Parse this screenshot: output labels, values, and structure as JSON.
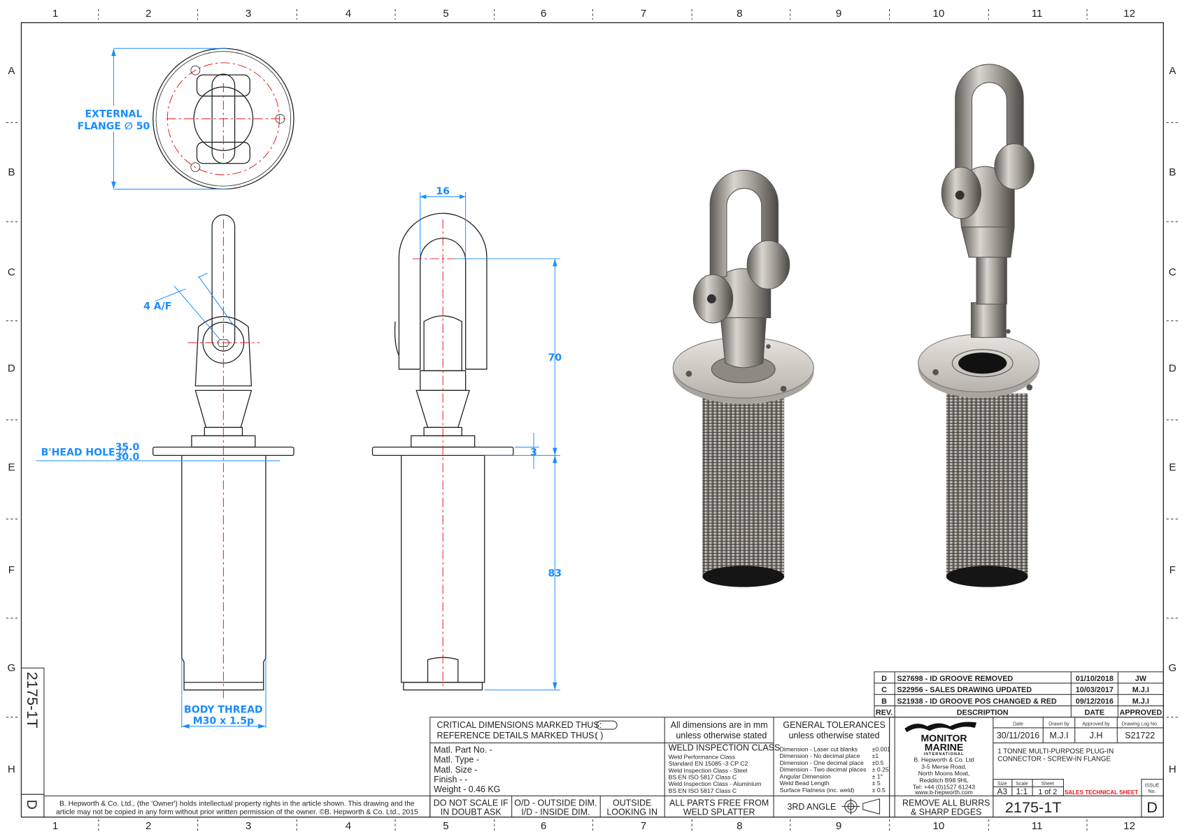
{
  "grid": {
    "columns": [
      "1",
      "2",
      "3",
      "4",
      "5",
      "6",
      "7",
      "8",
      "9",
      "10",
      "11",
      "12"
    ],
    "rows": [
      "A",
      "B",
      "C",
      "D",
      "E",
      "F",
      "G",
      "H"
    ]
  },
  "side_strip": {
    "drawing_no": "2175-1T",
    "issue": "D"
  },
  "copyright": {
    "line1": "B. Hepworth & Co. Ltd., (the 'Owner') holds intellectual property rights in the article shown. This drawing and the",
    "line2": "article may not be copied in any form without prior written permission of the owner. ©B. Hepworth & Co. Ltd., 2015"
  },
  "dimensions": {
    "external_flange_l1": "EXTERNAL",
    "external_flange_l2": "FLANGE ∅ 50",
    "af": "4 A/F",
    "bhead_label": "B'HEAD HOLE ∅",
    "bhead_max": "35.0",
    "bhead_min": "30.0",
    "body_thread_l1": "BODY THREAD",
    "body_thread_l2": "M30 x 1.5p",
    "width_16": "16",
    "height_70": "70",
    "height_3": "3",
    "height_83": "83"
  },
  "notes": {
    "critical": "CRITICAL DIMENSIONS MARKED THUS:",
    "reference": "REFERENCE DETAILS MARKED THUS:",
    "reference_mark": "(        )",
    "units_l1": "All dimensions are in mm",
    "units_l2": "unless otherwise stated",
    "gt_l1": "GENERAL TOLERANCES",
    "gt_l2": "unless otherwise stated",
    "material": [
      "Matl. Part No. -",
      "Matl. Type -",
      "Matl. Size -",
      "Finish - -",
      "Weight - 0.46 KG"
    ],
    "weld_title": "WELD INSPECTION CLASS",
    "weld_lines": [
      "Weld Performance Class",
      "Standard EN 15085 -3  CP C2",
      "Weld Inspection Class - Steel",
      "BS EN ISO 5817 Class C",
      "Weld Inspection Class - Aluminium",
      "BS EN ISO 5817 Class C"
    ],
    "tolerances": [
      {
        "label": "Dimension - Laser cut blanks",
        "value": "±0.001"
      },
      {
        "label": "Dimension - No decimal place",
        "value": "±1"
      },
      {
        "label": "Dimension - One decimal place",
        "value": "±0.5"
      },
      {
        "label": "Dimension - Two decimal places",
        "value": "± 0.25"
      },
      {
        "label": "Angular Dimension",
        "value": "± 1°"
      },
      {
        "label": "Weld Bead Length",
        "value": "± 5"
      },
      {
        "label": "Surface Flatness (inc. weld)",
        "value": "± 0.5"
      }
    ],
    "footer": [
      {
        "l1": "DO NOT SCALE IF",
        "l2": "IN DOUBT ASK"
      },
      {
        "l1": "O/D - OUTSIDE DIM.",
        "l2": "I/D - INSIDE DIM."
      },
      {
        "l1": "OUTSIDE",
        "l2": "LOOKING IN"
      },
      {
        "l1": "ALL PARTS FREE FROM",
        "l2": "WELD SPLATTER"
      }
    ],
    "projection": "3RD ANGLE"
  },
  "revisions": {
    "headers": {
      "rev": "REV.",
      "description": "DESCRIPTION",
      "date": "DATE",
      "approved": "APPROVED"
    },
    "rows": [
      {
        "rev": "D",
        "description": "S27698 - ID GROOVE REMOVED",
        "date": "01/10/2018",
        "approved": "JW"
      },
      {
        "rev": "C",
        "description": "S22956 - SALES DRAWING UPDATED",
        "date": "10/03/2017",
        "approved": "M.J.I"
      },
      {
        "rev": "B",
        "description": "S21938 - ID GROOVE POS CHANGED & RED",
        "date": "09/12/2016",
        "approved": "M.J.I"
      }
    ]
  },
  "title_block": {
    "logo": {
      "l1": "MONITOR",
      "l2": "MARINE",
      "l3": "INTERNATIONAL"
    },
    "address": [
      "B. Hepworth & Co. Ltd",
      "3-5 Merse Road,",
      "North Moons Moat,",
      "Redditch B98 9HL",
      "Tel: +44 (0)1527 61243",
      "www.b-hepworth.com"
    ],
    "headers": {
      "date": "Date",
      "drawn_by": "Drawn by",
      "approved_by": "Approved by",
      "log_no": "Drawing Log No."
    },
    "date": "30/11/2016",
    "drawn_by": "M.J.I",
    "approved_by": "J.H",
    "log_no": "S21722",
    "title_l1": "1 TONNE MULTI-PURPOSE PLUG-IN",
    "title_l2": "CONNECTOR - SCREW-IN FLANGE",
    "size_label": "Size",
    "size": "A3",
    "scale_label": "Scale",
    "scale": "1:1",
    "sheet_label": "Sheet",
    "sheet": "1 of 2",
    "sales_sheet": "SALES TECHNICAL SHEET",
    "issue_label_l1": "ISSUE",
    "issue_label_l2": "No.",
    "issue": "D",
    "remove_burrs_l1": "REMOVE ALL BURRS",
    "remove_burrs_l2": "& SHARP EDGES",
    "drawing_no": "2175-1T"
  },
  "colors": {
    "dimension": "#1a8cff",
    "centerline": "#e8141b",
    "sales": "#e8141b"
  }
}
